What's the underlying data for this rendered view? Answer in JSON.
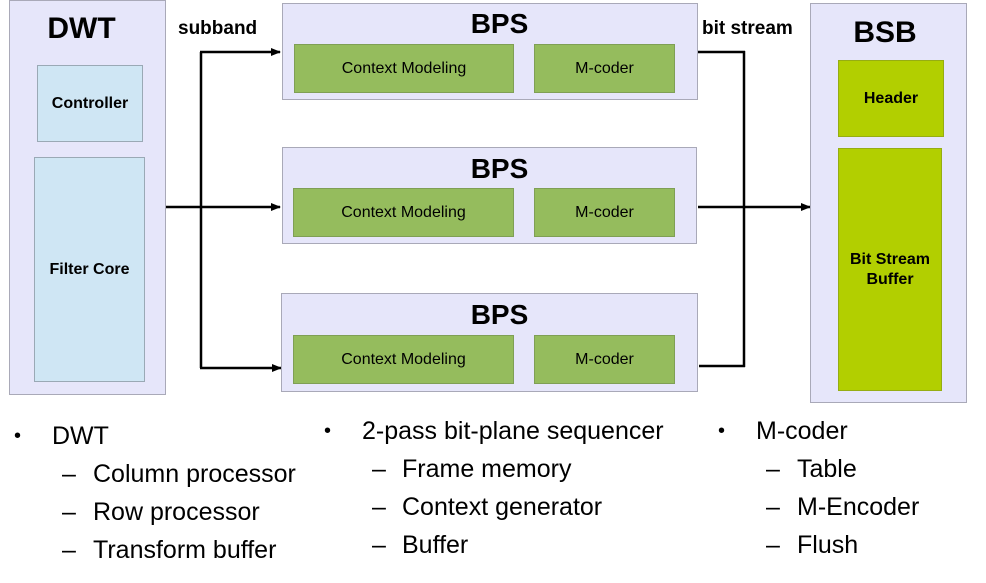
{
  "diagram": {
    "dwt": {
      "title": "DWT",
      "controller": "Controller",
      "filter_core": "Filter Core"
    },
    "labels": {
      "subband": "subband",
      "bit_stream": "bit stream"
    },
    "bps": [
      {
        "title": "BPS",
        "context_modeling": "Context Modeling",
        "m_coder": "M-coder"
      },
      {
        "title": "BPS",
        "context_modeling": "Context Modeling",
        "m_coder": "M-coder"
      },
      {
        "title": "BPS",
        "context_modeling": "Context Modeling",
        "m_coder": "M-coder"
      }
    ],
    "bsb": {
      "title": "BSB",
      "header": "Header",
      "buffer_line1": "Bit Stream",
      "buffer_line2": "Buffer"
    },
    "colors": {
      "outer_fill": "#e6e6fa",
      "dwt_inner_fill": "#cfe6f4",
      "bps_inner_fill": "#95bc5d",
      "bsb_inner_fill": "#b2cf00",
      "wire": "#000000"
    }
  },
  "bullets": [
    {
      "title": "DWT",
      "items": [
        "Column processor",
        "Row processor",
        "Transform buffer"
      ]
    },
    {
      "title": "2-pass bit-plane sequencer",
      "items": [
        "Frame memory",
        "Context generator",
        "Buffer"
      ]
    },
    {
      "title": "M-coder",
      "items": [
        "Table",
        "M-Encoder",
        "Flush"
      ]
    }
  ],
  "glyphs": {
    "bullet": "•",
    "dash": "–"
  }
}
